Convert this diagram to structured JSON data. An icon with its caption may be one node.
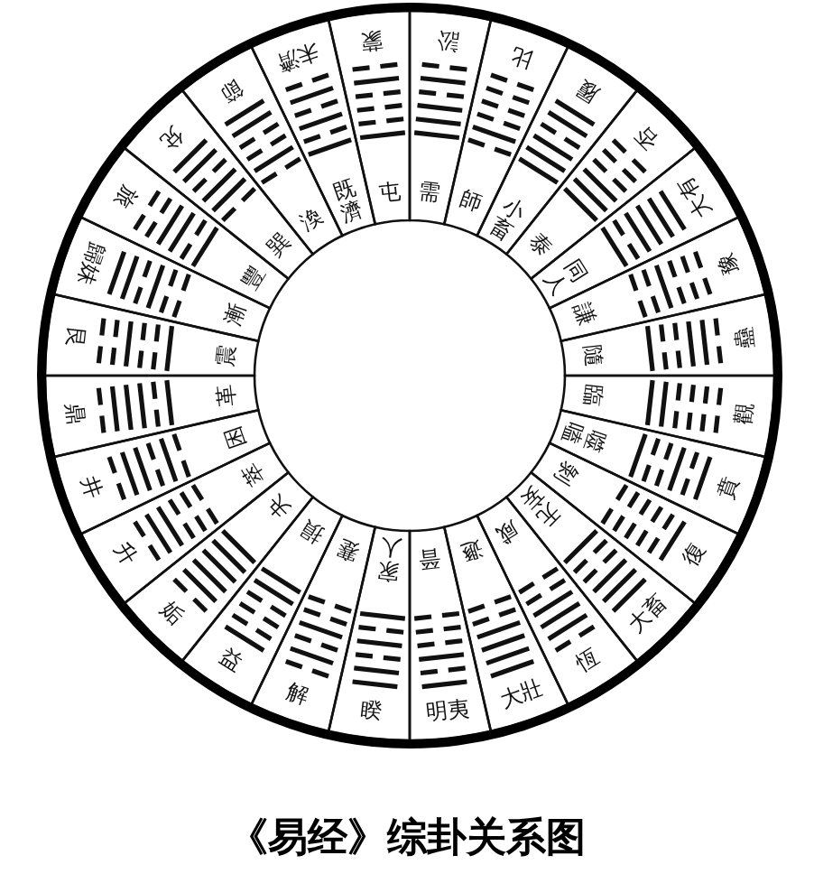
{
  "diagram": {
    "caption": "《易经》综卦关系图",
    "nodes": [
      {
        "text": [
          "需",
          "訟"
        ]
      },
      {
        "text": [
          "師",
          "比"
        ]
      },
      {
        "text": [
          "小畜",
          "履"
        ]
      },
      {
        "text": [
          "泰",
          "否"
        ]
      },
      {
        "text": [
          "同人",
          "大有"
        ]
      },
      {
        "text": [
          "謙",
          "豫"
        ]
      },
      {
        "text": [
          "隨",
          "蠱"
        ]
      },
      {
        "text": [
          "臨",
          "觀"
        ]
      },
      {
        "text": [
          "噬嗑",
          "賁"
        ]
      },
      {
        "text": [
          "剝",
          "復"
        ]
      },
      {
        "text": [
          "无妄",
          "大畜"
        ]
      },
      {
        "text": [
          "咸",
          "恆"
        ]
      },
      {
        "text": [
          "遯",
          "大壯"
        ]
      },
      {
        "text": [
          "晉",
          "明夷"
        ]
      },
      {
        "text": [
          "家人",
          "睽"
        ]
      },
      {
        "text": [
          "蹇",
          "解"
        ]
      },
      {
        "text": [
          "損",
          "益"
        ]
      },
      {
        "text": [
          "夬",
          "姤"
        ]
      },
      {
        "text": [
          "萃",
          "升"
        ]
      },
      {
        "text": [
          "困",
          "井"
        ]
      },
      {
        "text": [
          "革",
          "鼎"
        ]
      },
      {
        "text": [
          "震",
          "艮"
        ]
      },
      {
        "text": [
          "漸",
          "歸妹"
        ]
      },
      {
        "text": [
          "豐",
          "旅"
        ]
      },
      {
        "text": [
          "巽",
          "兌"
        ]
      },
      {
        "text": [
          "渙",
          "節"
        ]
      },
      {
        "text": [
          "既濟",
          "未濟"
        ]
      },
      {
        "text": [
          "屯",
          "蒙"
        ]
      }
    ]
  }
}
